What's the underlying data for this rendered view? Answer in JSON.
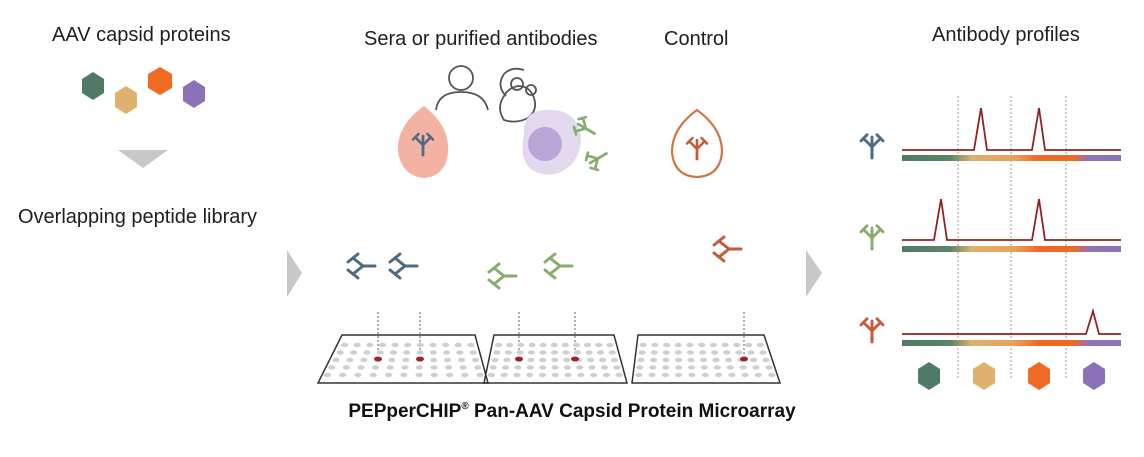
{
  "labels": {
    "capsid_proteins": "AAV capsid proteins",
    "peptide_library": "Overlapping peptide library",
    "sera_antibodies": "Sera or purified antibodies",
    "control": "Control",
    "antibody_profiles": "Antibody profiles"
  },
  "title": {
    "part1": "PEPperCHIP",
    "reg": "®",
    "part2": " Pan-AAV Capsid Protein Microarray"
  },
  "colors": {
    "green": "#4f7a66",
    "tan": "#dfb06e",
    "orange": "#f06a24",
    "purple": "#8b72b8",
    "blue_antibody": "#4d6b82",
    "green_antibody": "#86ad6e",
    "red_antibody": "#c45b3c",
    "dark_red_line": "#8e2424",
    "arrow_gray": "#c8c8c8"
  },
  "icons": [
    "hexagon-icon",
    "person-icon",
    "mouse-icon",
    "blood-drop-icon",
    "immune-cell-icon",
    "antibody-icon",
    "microarray-slide-icon",
    "arrow-icon"
  ]
}
